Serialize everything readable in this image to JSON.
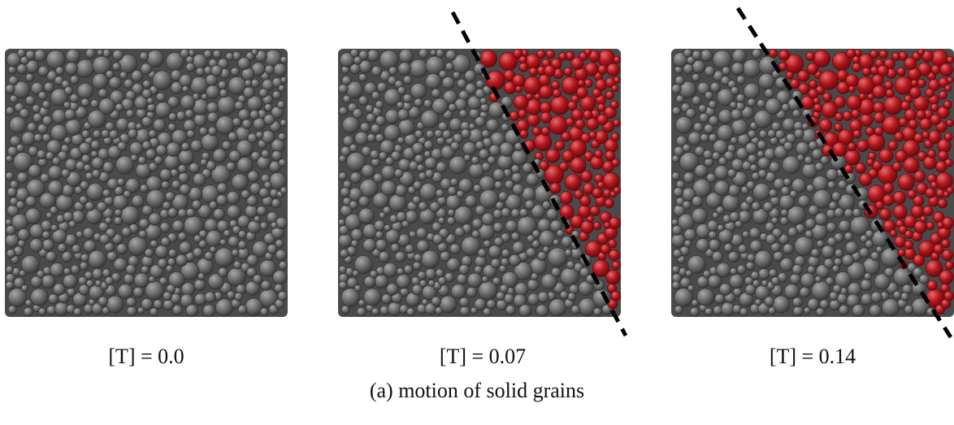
{
  "figure": {
    "caption": "(a) motion of solid grains",
    "panels": [
      {
        "label": "[T] = 0.0",
        "shear_band": false
      },
      {
        "label": "[T] = 0.07",
        "shear_band": true
      },
      {
        "label": "[T] = 0.14",
        "shear_band": true
      }
    ],
    "colors": {
      "grain_gray": "#6b6b6b",
      "grain_gray_dark": "#3a3a3a",
      "grain_gray_light": "#9a9a9a",
      "grain_red": "#b0161c",
      "grain_red_dark": "#6e0a0d",
      "grain_red_light": "#e04a4f",
      "shear_line": "#000000"
    }
  }
}
